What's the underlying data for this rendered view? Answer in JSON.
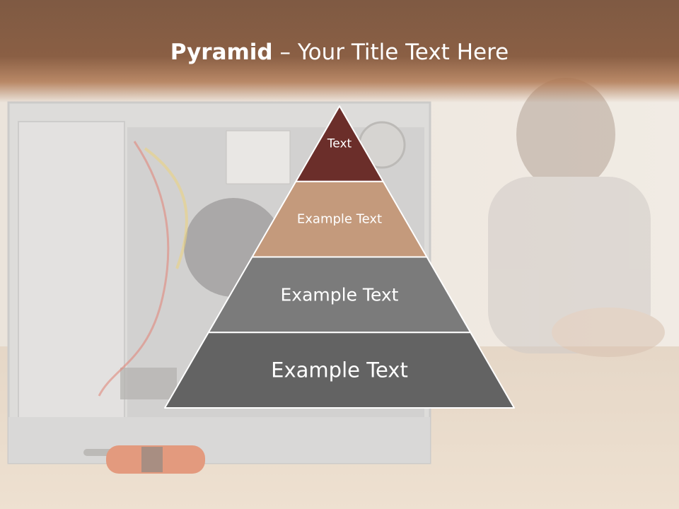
{
  "slide": {
    "title_bold": "Pyramid",
    "title_rest": " – Your Title Text Here"
  },
  "pyramid": {
    "tiers": [
      {
        "label": "Text",
        "color": "#6b2e2a"
      },
      {
        "label": "Example Text",
        "color": "#c49a7c"
      },
      {
        "label": "Example Text",
        "color": "#7b7b7b"
      },
      {
        "label": "Example Text",
        "color": "#636363"
      }
    ],
    "divider_color": "#ffffff"
  }
}
